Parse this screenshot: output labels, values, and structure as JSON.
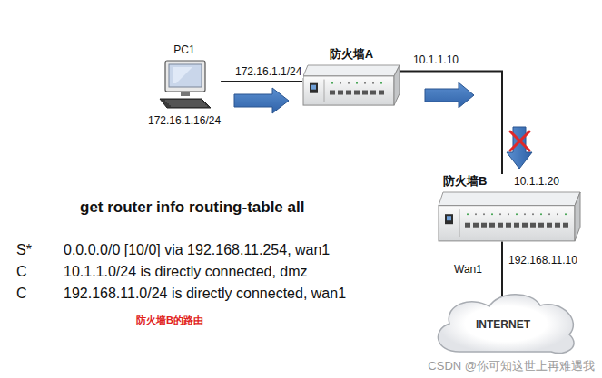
{
  "diagram": {
    "nodes": [
      {
        "text": [
          "PC1",
          "172.16.1.16/24"
        ]
      },
      {
        "text": [
          "防火墙A"
        ]
      },
      {
        "text": [
          "防火墙B"
        ]
      },
      {
        "text": [
          "INTERNET"
        ]
      }
    ],
    "edges": [
      {
        "from": 0,
        "to": 1,
        "arrow": "none",
        "label": "172.16.1.1/24"
      },
      {
        "from": 1,
        "to": 2,
        "arrow": "none"
      },
      {
        "from": 2,
        "to": 3,
        "arrow": "none"
      }
    ],
    "labels": [
      "10.1.1.10",
      "10.1.1.20",
      "Wan1",
      "192.168.11.10",
      "get router info routing-table all",
      "S*",
      "0.0.0.0/0 [10/0] via 192.168.11.254, wan1",
      "C",
      "10.1.1.0/24 is directly connected, dmz",
      "C",
      "192.168.11.0/24 is directly connected, wan1",
      "防火墙B的路由",
      "CSDN @你可知这世上再难遇我"
    ]
  }
}
